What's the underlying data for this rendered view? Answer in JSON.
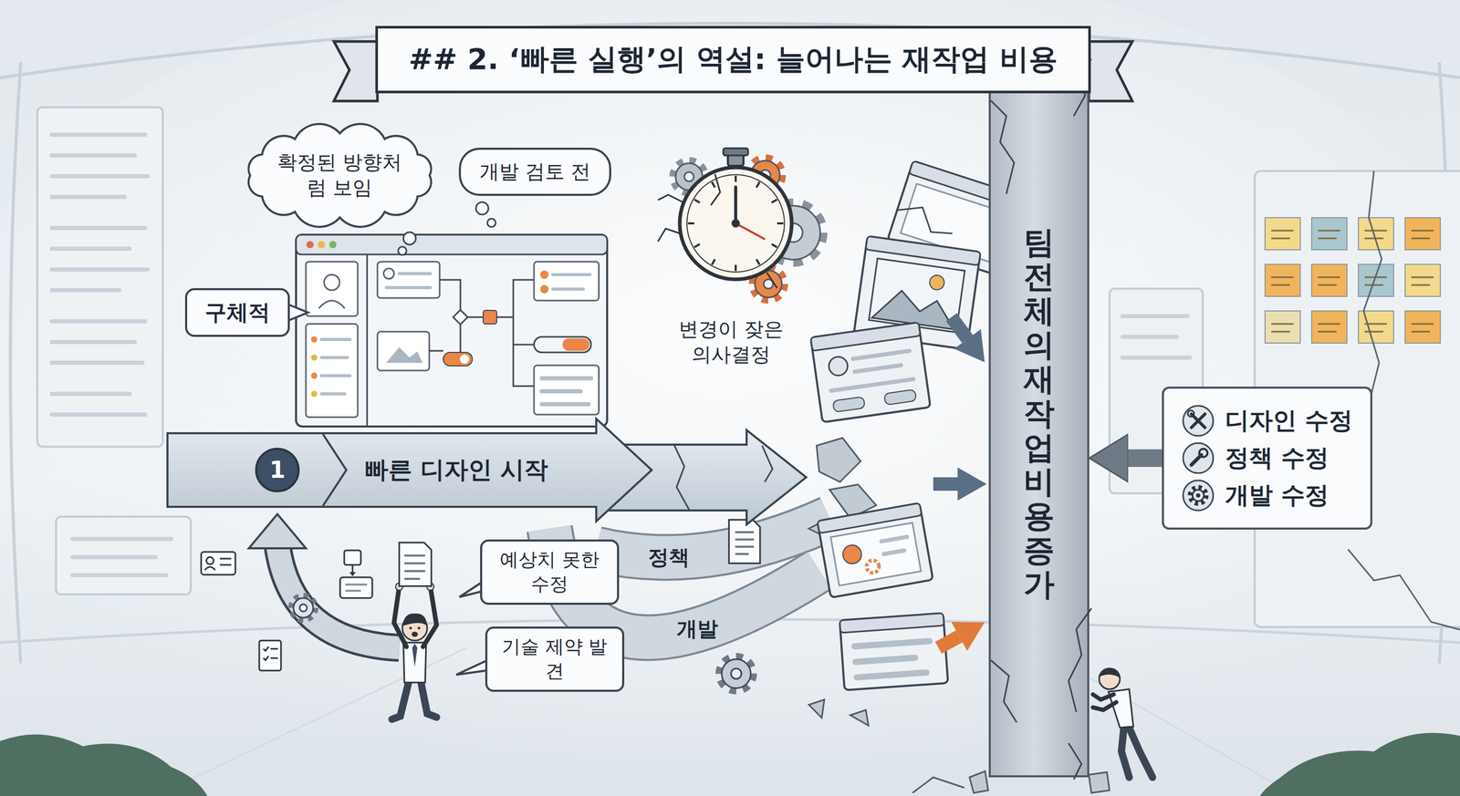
{
  "diagram": {
    "title": "## 2. ‘빠른 실행’의 역설: 늘어나는 재작업 비용",
    "nodes": [
      {
        "text": [
          "확정된 방향처럼 보임"
        ]
      },
      {
        "text": [
          "개발 검토 전"
        ]
      },
      {
        "text": [
          "구체적"
        ]
      },
      {
        "text": [
          "빠른 디자인 시작"
        ]
      },
      {
        "text": [
          "1"
        ],
        "in": 3
      },
      {
        "text": [
          "예상치 못한 수정"
        ]
      },
      {
        "text": [
          "기술 제약 발견"
        ]
      },
      {
        "text": [
          "팀 전체의 재작업비용증가"
        ]
      },
      {
        "text": [
          "디자인 수정",
          "정책 수정",
          "개발 수정"
        ]
      }
    ],
    "edges": [
      {
        "from": 8,
        "to": 7,
        "arrow": "to"
      }
    ],
    "labels": [
      "변경이 잦은 의사결정",
      "정책",
      "개발"
    ]
  }
}
